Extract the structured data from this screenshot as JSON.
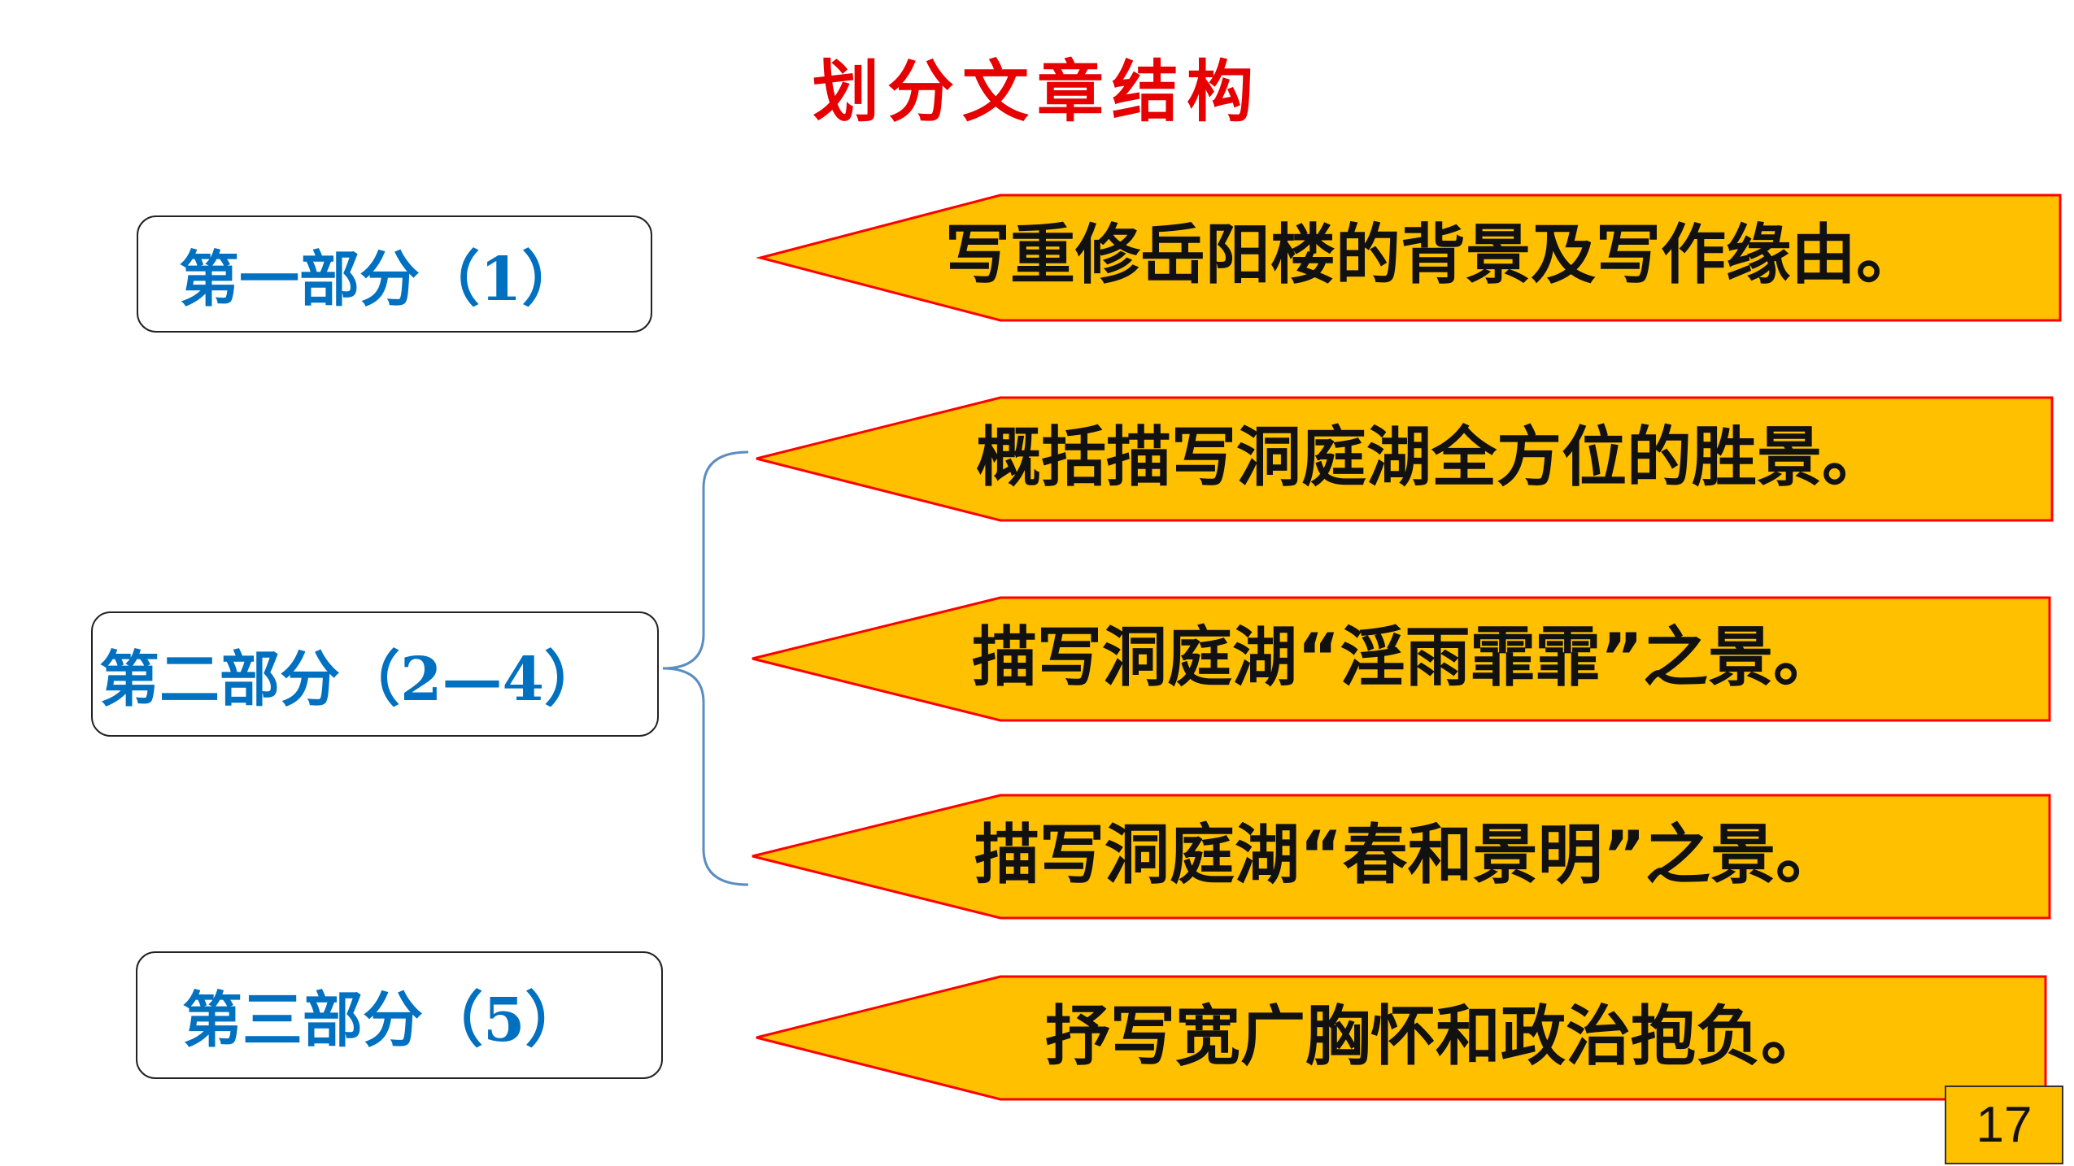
{
  "colors": {
    "title": "#E60000",
    "part_text": "#0070C0",
    "arrow_fill": "#FFC000",
    "arrow_border": "#FF0000",
    "brace": "#5B8DBF"
  },
  "title": "划分文章结构",
  "parts": [
    {
      "label": "第一部分（1）"
    },
    {
      "label": "第二部分（2—4）"
    },
    {
      "label": "第三部分（5）"
    }
  ],
  "arrows": [
    {
      "text": "写重修岳阳楼的背景及写作缘由。"
    },
    {
      "text": "概括描写洞庭湖全方位的胜景。"
    },
    {
      "text": "描写洞庭湖“淫雨霏霏”之景。"
    },
    {
      "text": "描写洞庭湖“春和景明”之景。"
    },
    {
      "text": "抒写宽广胸怀和政治抱负。"
    }
  ],
  "page_number": "17"
}
